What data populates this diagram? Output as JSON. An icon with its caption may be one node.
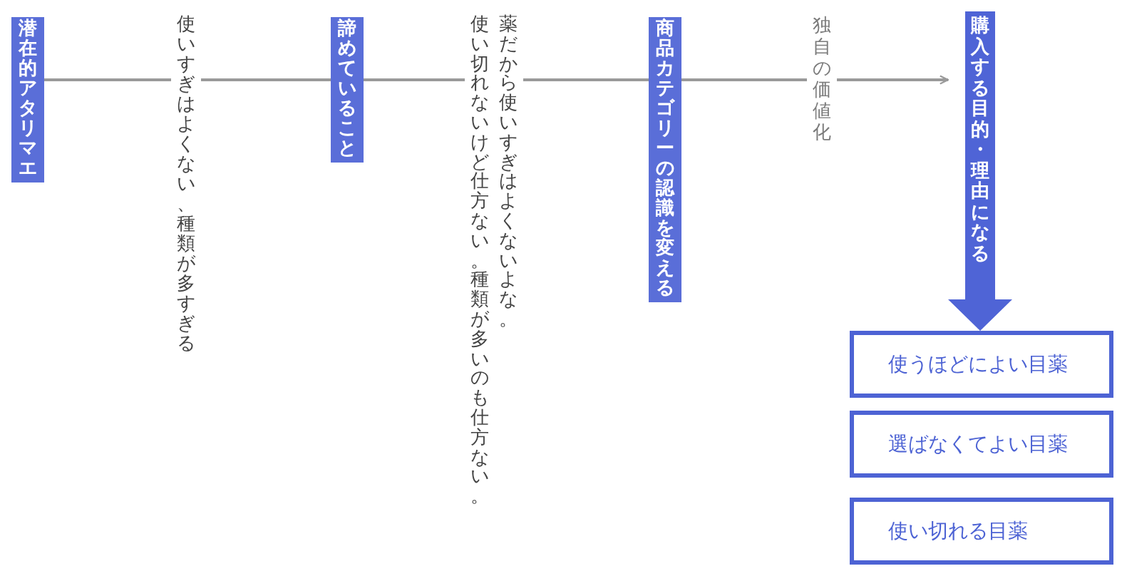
{
  "diagram": {
    "nodes": [
      {
        "text": [
          "潜在的アタリマエ"
        ]
      },
      {
        "text": [
          "諦めていること"
        ]
      },
      {
        "text": [
          "商品カテゴリーの認識を変える"
        ]
      },
      {
        "text": [
          "購入する目的・理由になる"
        ]
      },
      {
        "text": [
          "使うほどによい目薬"
        ]
      },
      {
        "text": [
          "選ばなくてよい目薬"
        ]
      },
      {
        "text": [
          "使い切れる目薬"
        ]
      }
    ],
    "edges": [
      {
        "from": 0,
        "to": 1,
        "arrow": "none",
        "label": "使いすぎはよくない、種類が多すぎる"
      },
      {
        "from": 1,
        "to": 2,
        "arrow": "none",
        "label": "薬だから使いすぎはよくないよな。使い切れないけど仕方ない。種類が多いのも仕方ない。"
      },
      {
        "from": 2,
        "to": 3,
        "arrow": "to",
        "label": "独自の価値化"
      }
    ]
  }
}
